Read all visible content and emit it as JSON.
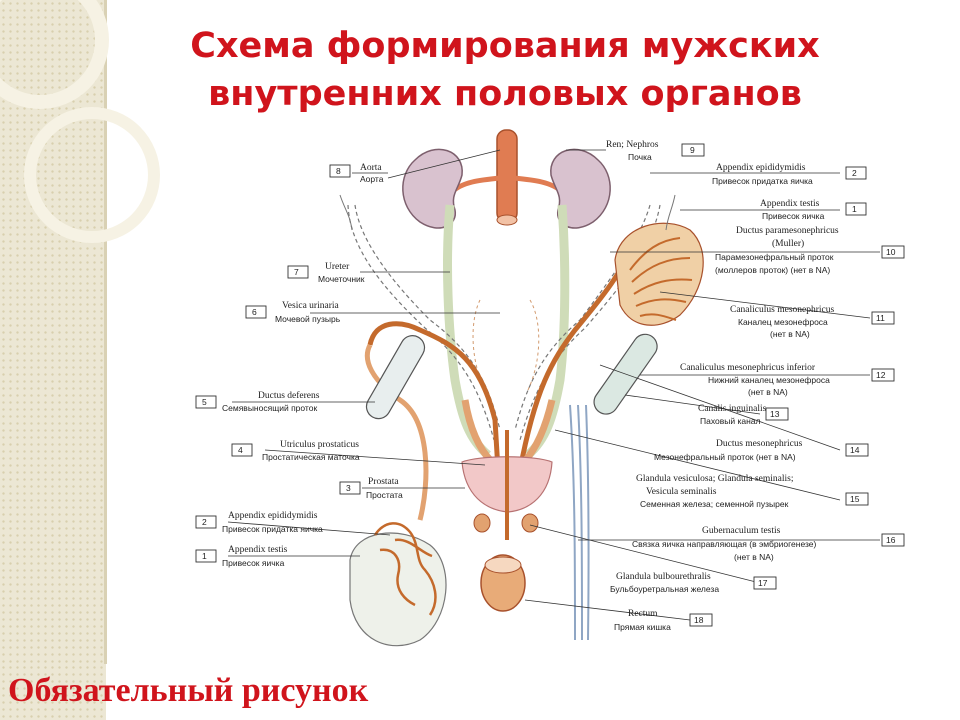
{
  "title_line1": "Схема формирования мужских",
  "title_line2": "внутренних половых органов",
  "footer": "Обязательный рисунок",
  "labels": {
    "n1l": "1",
    "n1l_lat": "Appendix testis",
    "n1l_ru": "Привесок яичка",
    "n2l": "2",
    "n2l_lat": "Appendix epididymidis",
    "n2l_ru": "Привесок придатка яичка",
    "n3": "3",
    "n3_lat": "Prostata",
    "n3_ru": "Простата",
    "n4": "4",
    "n4_lat": "Utriculus prostaticus",
    "n4_ru": "Простатическая маточка",
    "n5": "5",
    "n5_lat": "Ductus deferens",
    "n5_ru": "Семявыносящий проток",
    "n6": "6",
    "n6_lat": "Vesica urinaria",
    "n6_ru": "Мочевой пузырь",
    "n7": "7",
    "n7_lat": "Ureter",
    "n7_ru": "Мочеточник",
    "n8": "8",
    "n8_lat": "Aorta",
    "n8_ru": "Аорта",
    "n9": "9",
    "n9_lat": "Ren; Nephros",
    "n9_ru": "Почка",
    "n2r": "2",
    "n2r_lat": "Appendix epididymidis",
    "n2r_ru": "Привесок придатка яичка",
    "n1r": "1",
    "n1r_lat": "Appendix testis",
    "n1r_ru": "Привесок яичка",
    "n10": "10",
    "n10_lat1": "Ductus paramesonephricus",
    "n10_lat2": "(Muller)",
    "n10_ru1": "Парамезонефральный проток",
    "n10_ru2": "(моллеров проток) (нет в NA)",
    "n11": "11",
    "n11_lat": "Canaliculus mesonephricus",
    "n11_ru1": "Каналец мезонефроса",
    "n11_ru2": "(нет в NA)",
    "n12": "12",
    "n12_lat": "Canaliculus mesonephricus inferior",
    "n12_ru1": "Нижний каналец мезонефроса",
    "n12_ru2": "(нет в NA)",
    "n13": "13",
    "n13_lat": "Canalis inguinalis",
    "n13_ru": "Паховый канал",
    "n14": "14",
    "n14_lat": "Ductus mesonephricus",
    "n14_ru": "Мезонефральный проток (нет в NA)",
    "n15": "15",
    "n15_lat1": "Glandula vesiculosa; Glandula seminalis;",
    "n15_lat2": "Vesicula seminalis",
    "n15_ru": "Семенная железа; семенной пузырек",
    "n16": "16",
    "n16_lat": "Gubernaculum testis",
    "n16_ru1": "Связка яичка направляющая (в эмбриогенезе)",
    "n16_ru2": "(нет в NA)",
    "n17": "17",
    "n17_lat": "Glandula bulbourethralis",
    "n17_ru": "Бульбоуретральная железа",
    "n18": "18",
    "n18_lat": "Rectum",
    "n18_ru": "Прямая кишка"
  },
  "colors": {
    "title": "#d0141c",
    "organ": "#e2a270",
    "duct": "#c46a2c",
    "kidney": "#d9c2cf",
    "ureter": "#cfdcb8",
    "vessel": "#e07c52",
    "nerve": "#8fa6c4"
  }
}
